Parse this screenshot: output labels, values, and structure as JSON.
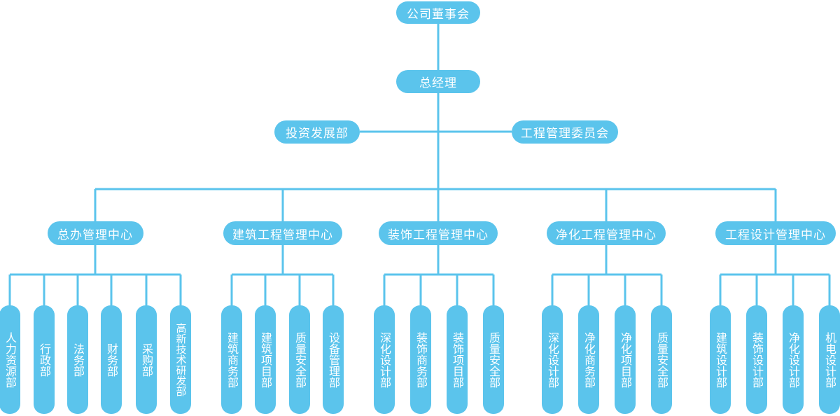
{
  "board": "公司董事会",
  "gm": "总经理",
  "side_left": "投资发展部",
  "side_right": "工程管理委员会",
  "centers": [
    {
      "name": "总办管理中心",
      "depts": [
        "人力资源部",
        "行政部",
        "法务部",
        "财务部",
        "采购部",
        "高新技术研发部"
      ]
    },
    {
      "name": "建筑工程管理中心",
      "depts": [
        "建筑商务部",
        "建筑项目部",
        "质量安全部",
        "设备管理部"
      ]
    },
    {
      "name": "装饰工程管理中心",
      "depts": [
        "深化设计部",
        "装饰商务部",
        "装饰项目部",
        "质量安全部"
      ]
    },
    {
      "name": "净化工程管理中心",
      "depts": [
        "深化设计部",
        "净化商务部",
        "净化项目部",
        "质量安全部"
      ]
    },
    {
      "name": "工程设计管理中心",
      "depts": [
        "建筑设计部",
        "装饰设计部",
        "净化设计部",
        "机电设计部"
      ]
    }
  ],
  "colors": {
    "box": "#5bc4ec",
    "line": "#5bc4ec",
    "text": "#ffffff"
  }
}
